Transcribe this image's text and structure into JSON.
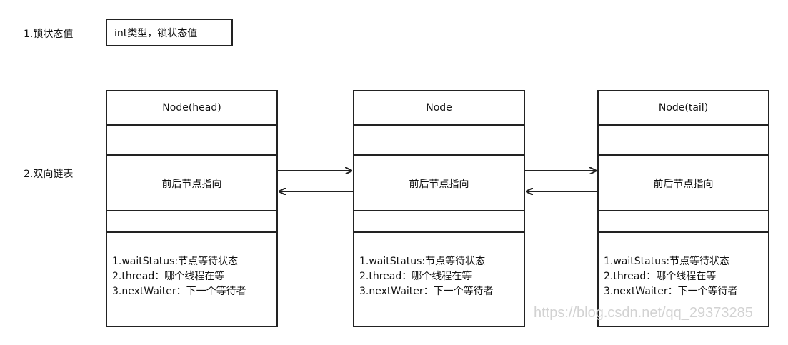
{
  "section1": {
    "label": "1.锁状态值",
    "box_text": "int类型，锁状态值"
  },
  "section2": {
    "label": "2.双向链表"
  },
  "nodes": [
    {
      "title": "Node(head)",
      "pointer_text": "前后节点指向",
      "fields": [
        "1.waitStatus:节点等待状态",
        "2.thread：哪个线程在等",
        "3.nextWaiter：下一个等待者"
      ]
    },
    {
      "title": "Node",
      "pointer_text": "前后节点指向",
      "fields": [
        "1.waitStatus:节点等待状态",
        "2.thread：哪个线程在等",
        "3.nextWaiter：下一个等待者"
      ]
    },
    {
      "title": "Node(tail)",
      "pointer_text": "前后节点指向",
      "fields": [
        "1.waitStatus:节点等待状态",
        "2.thread：哪个线程在等",
        "3.nextWaiter：下一个等待者"
      ]
    }
  ],
  "watermark": "https://blog.csdn.net/qq_29373285",
  "colors": {
    "line": "#222222",
    "watermark": "#d2d2d2"
  }
}
